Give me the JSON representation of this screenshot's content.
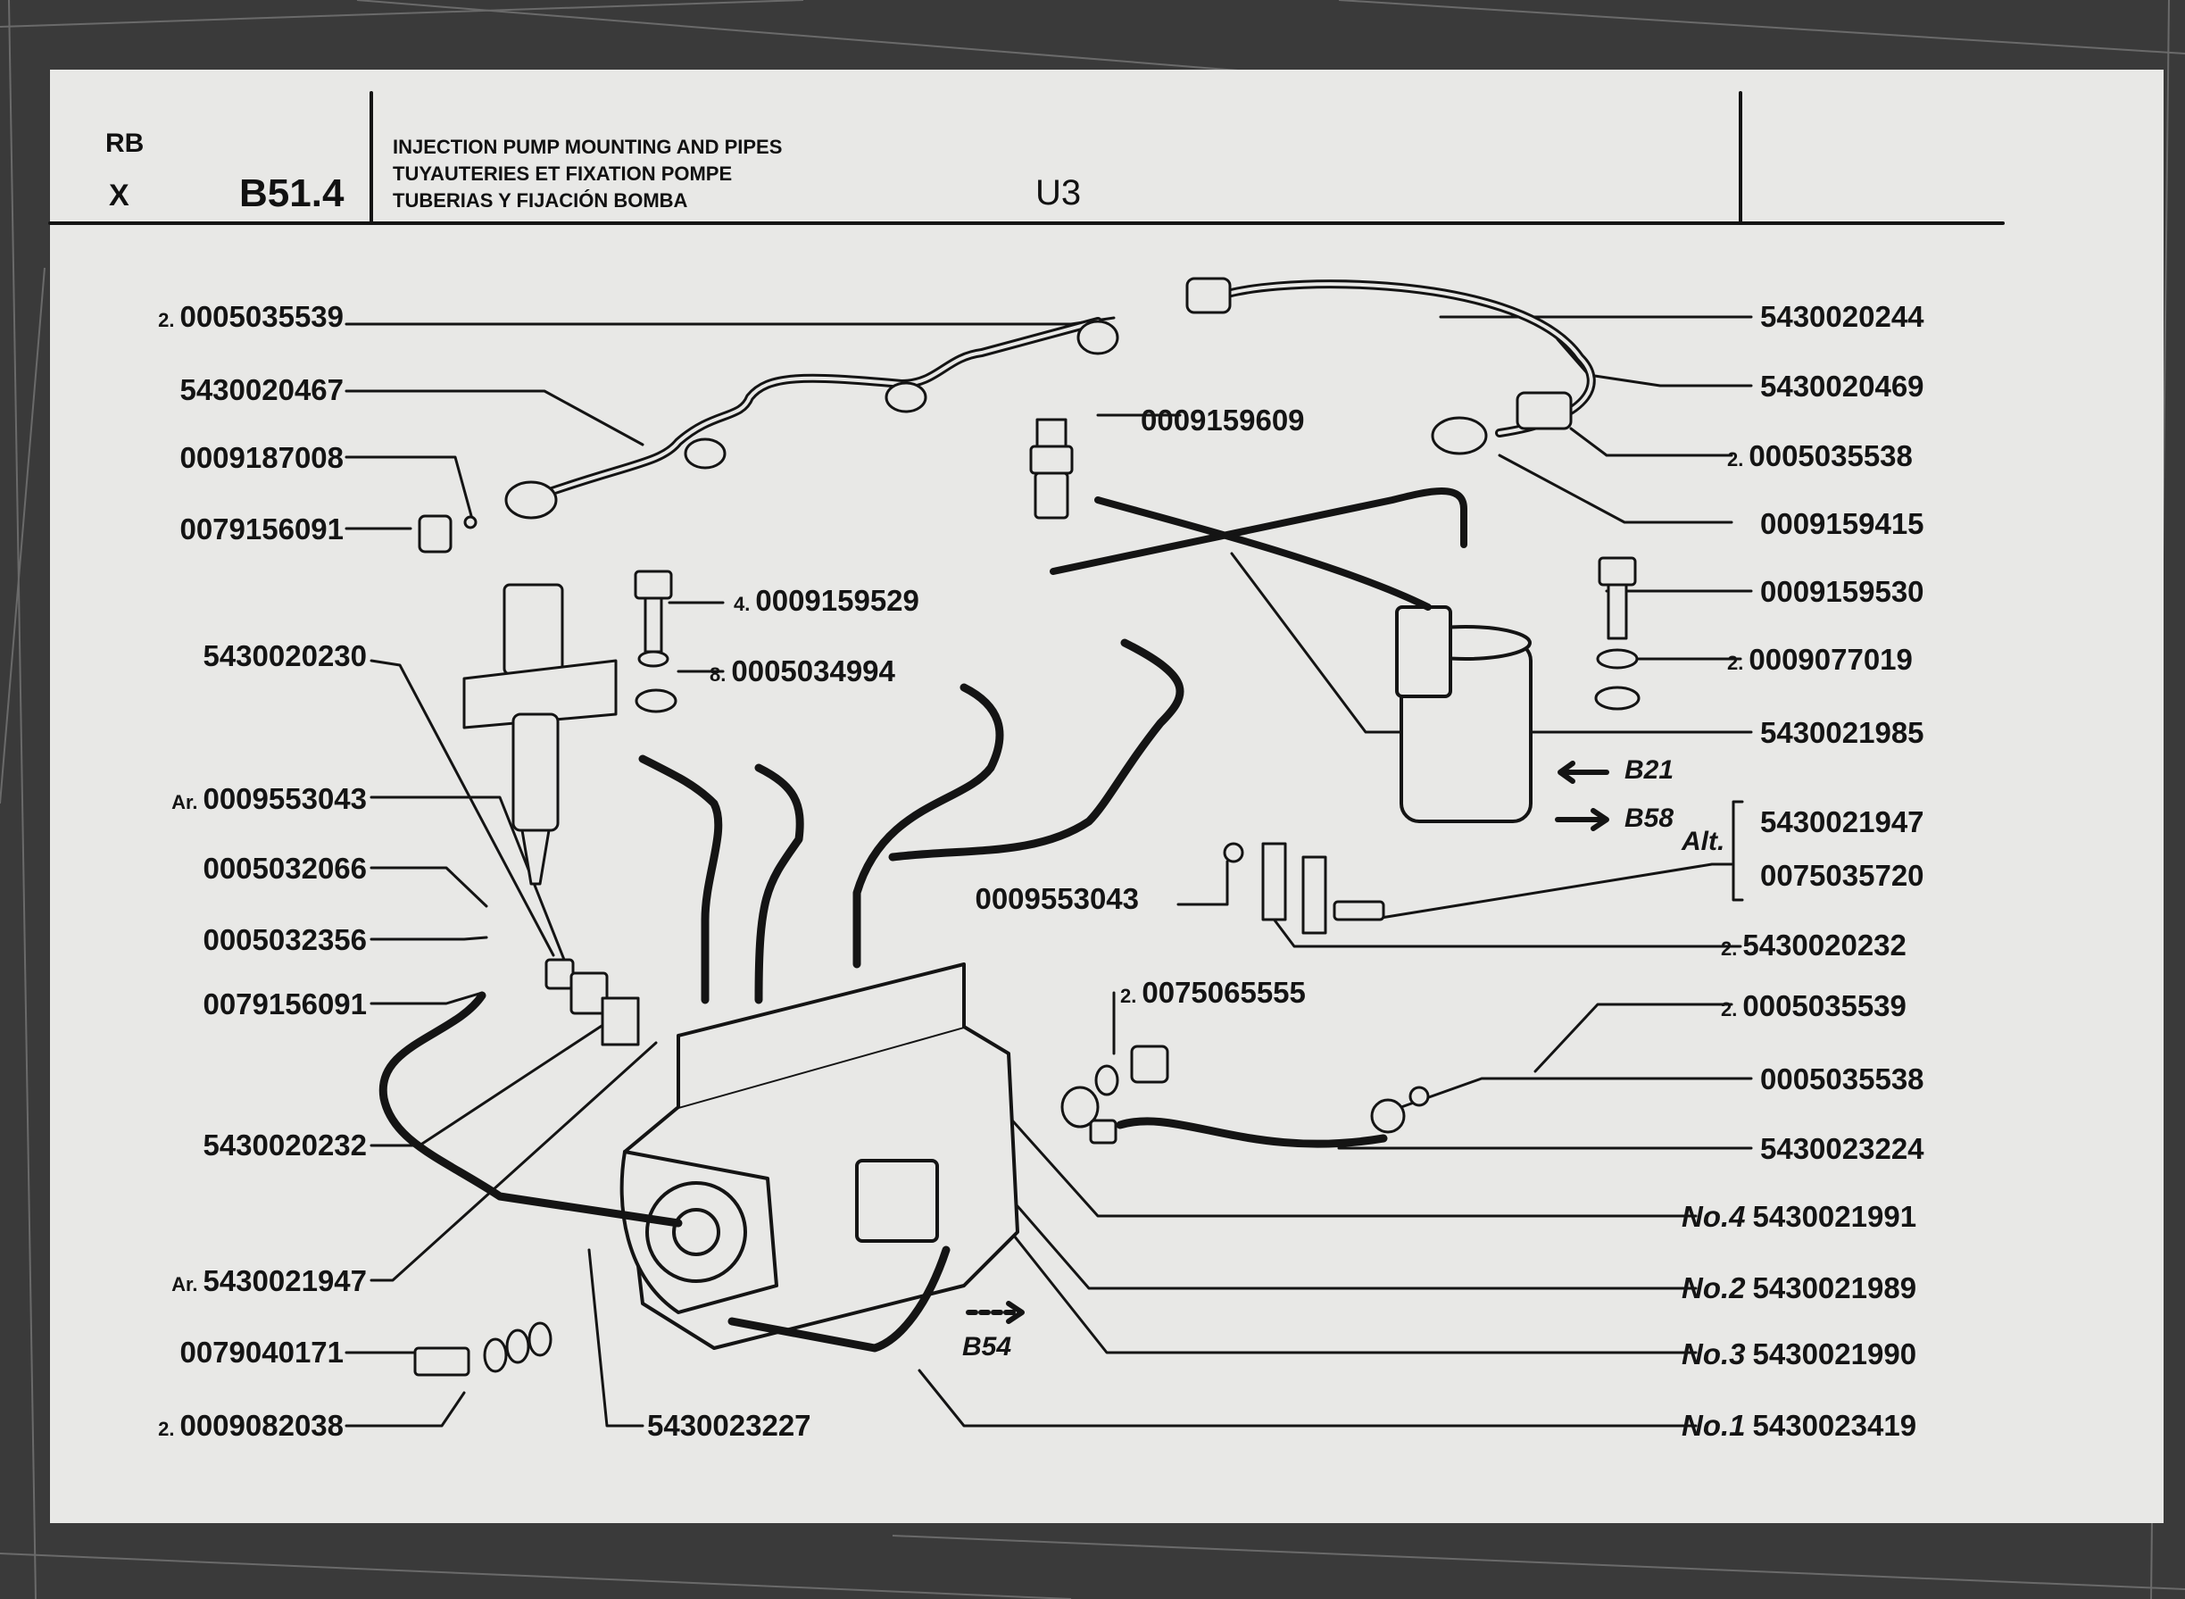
{
  "header": {
    "code_top": "RB",
    "code_bottom": "X",
    "section": "B51.4",
    "titles": [
      "INJECTION PUMP MOUNTING AND PIPES",
      "TUYAUTERIES ET FIXATION POMPE",
      "TUBERIAS Y FIJACIÓN BOMBA"
    ],
    "model": "U3"
  },
  "left_labels": [
    {
      "qty": "2.",
      "part": "0005035539"
    },
    {
      "qty": "",
      "part": "5430020467"
    },
    {
      "qty": "",
      "part": "0009187008"
    },
    {
      "qty": "",
      "part": "0079156091"
    },
    {
      "qty": "",
      "part": "5430020230"
    },
    {
      "qty": "Ar.",
      "part": "0009553043"
    },
    {
      "qty": "",
      "part": "0005032066"
    },
    {
      "qty": "",
      "part": "0005032356"
    },
    {
      "qty": "",
      "part": "0079156091"
    },
    {
      "qty": "",
      "part": "5430020232"
    },
    {
      "qty": "Ar.",
      "part": "5430021947"
    },
    {
      "qty": "",
      "part": "0079040171"
    },
    {
      "qty": "2.",
      "part": "0009082038"
    }
  ],
  "center_labels": [
    {
      "qty": "",
      "part": "0009159609"
    },
    {
      "qty": "4.",
      "part": "0009159529"
    },
    {
      "qty": "8.",
      "part": "0005034994"
    },
    {
      "qty": "",
      "part": "0009553043"
    },
    {
      "qty": "2.",
      "part": "0075065555"
    },
    {
      "qty": "",
      "part": "5430023227"
    }
  ],
  "right_labels": [
    {
      "prefix": "",
      "qty": "",
      "part": "5430020244"
    },
    {
      "prefix": "",
      "qty": "",
      "part": "5430020469"
    },
    {
      "prefix": "",
      "qty": "2.",
      "part": "0005035538"
    },
    {
      "prefix": "",
      "qty": "",
      "part": "0009159415"
    },
    {
      "prefix": "",
      "qty": "",
      "part": "0009159530"
    },
    {
      "prefix": "",
      "qty": "2.",
      "part": "0009077019"
    },
    {
      "prefix": "",
      "qty": "",
      "part": "5430021985"
    },
    {
      "prefix": "",
      "qty": "",
      "part": "5430021947"
    },
    {
      "prefix": "",
      "qty": "",
      "part": "0075035720"
    },
    {
      "prefix": "",
      "qty": "2.",
      "part": "5430020232"
    },
    {
      "prefix": "",
      "qty": "2.",
      "part": "0005035539"
    },
    {
      "prefix": "",
      "qty": "",
      "part": "0005035538"
    },
    {
      "prefix": "",
      "qty": "",
      "part": "5430023224"
    },
    {
      "prefix": "No.4",
      "qty": "",
      "part": "5430021991"
    },
    {
      "prefix": "No.2",
      "qty": "",
      "part": "5430021989"
    },
    {
      "prefix": "No.3",
      "qty": "",
      "part": "5430021990"
    },
    {
      "prefix": "No.1",
      "qty": "",
      "part": "5430023419"
    }
  ],
  "refs": {
    "b21": "B21",
    "b58": "B58",
    "b54": "B54",
    "alt": "Alt."
  },
  "colors": {
    "paper": "#e8e8e6",
    "ink": "#141414",
    "background": "#3a3a3a"
  }
}
